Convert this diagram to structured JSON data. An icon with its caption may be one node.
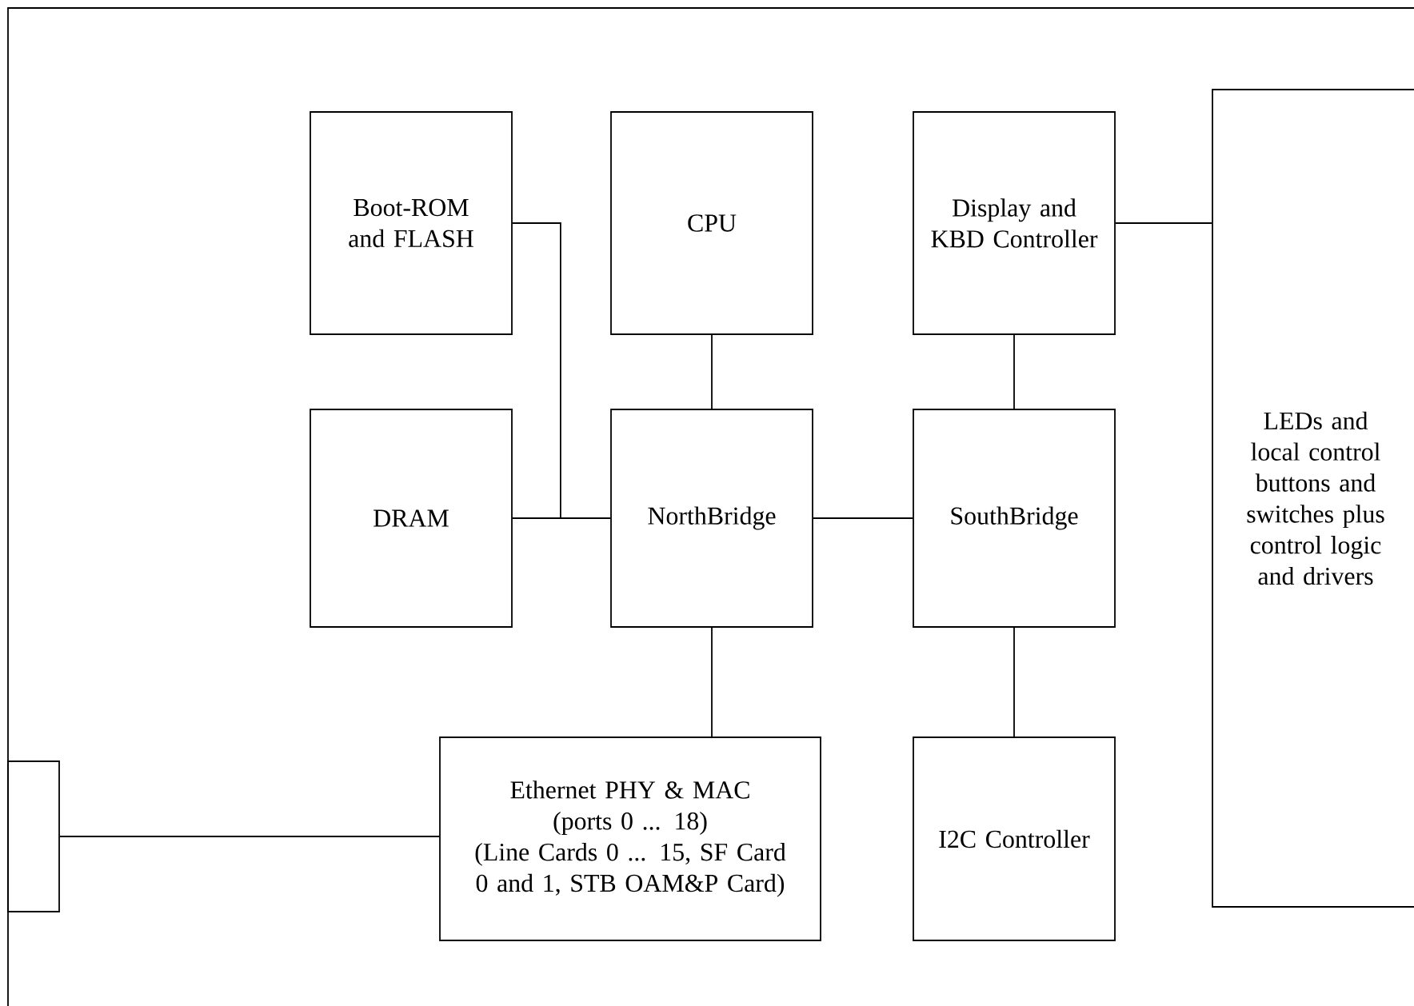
{
  "diagram": {
    "nodes": [
      {
        "text": [],
        "shape": "box"
      },
      {
        "text": [
          "Boot-ROM and FLASH"
        ],
        "in": 0
      },
      {
        "text": [
          "CPU"
        ],
        "in": 0
      },
      {
        "text": [
          "Display and KBD Controller"
        ],
        "in": 0
      },
      {
        "text": [
          "LEDs and local control buttons and switches plus control logic and drivers"
        ],
        "in": 0
      },
      {
        "text": [
          "DRAM"
        ],
        "in": 0
      },
      {
        "text": [
          "NorthBridge"
        ],
        "in": 0
      },
      {
        "text": [
          "SouthBridge"
        ],
        "in": 0
      },
      {
        "text": [
          "Ethernet PHY & MAC",
          "(ports 0 ... 18)",
          "(Line Cards 0 ... 15, SF Card 0 and 1, STB OAM&P Card)"
        ],
        "in": 0
      },
      {
        "text": [
          "I2C Controller"
        ],
        "in": 0
      },
      {
        "text": [],
        "shape": "box",
        "in": 0
      }
    ],
    "edges": [
      {
        "from": 1,
        "to": 6,
        "arrow": "none"
      },
      {
        "from": 5,
        "to": 6,
        "arrow": "none"
      },
      {
        "from": 2,
        "to": 6,
        "arrow": "none"
      },
      {
        "from": 6,
        "to": 7,
        "arrow": "none"
      },
      {
        "from": 3,
        "to": 7,
        "arrow": "none"
      },
      {
        "from": 3,
        "to": 4,
        "arrow": "none"
      },
      {
        "from": 6,
        "to": 8,
        "arrow": "none"
      },
      {
        "from": 7,
        "to": 9,
        "arrow": "none"
      },
      {
        "from": 10,
        "to": 8,
        "arrow": "none"
      }
    ]
  }
}
